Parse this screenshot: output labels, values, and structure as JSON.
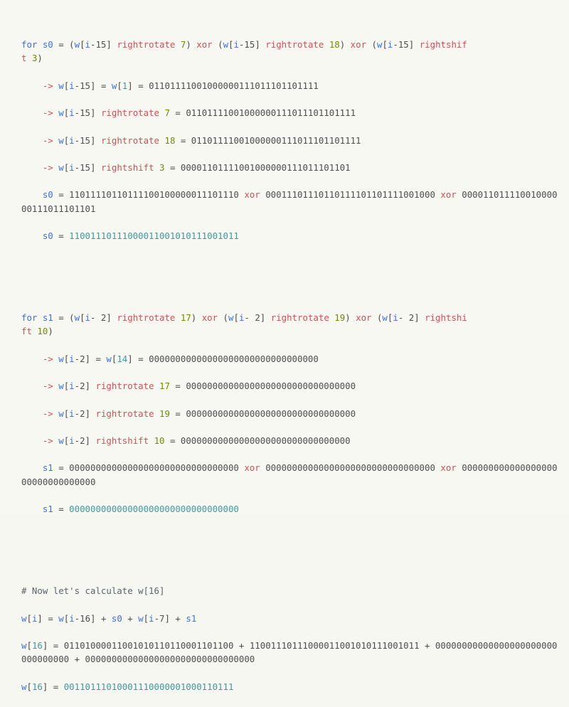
{
  "code_block": {
    "language": "text",
    "background_color": "#f8f8f2",
    "colors": {
      "keyword": "#3971ed",
      "variable": "#3971ed",
      "function": "#d54e53",
      "operator": "#d54e53",
      "number": "#3e999f",
      "binary": "#4d4d4c",
      "result_binary": "#3e999f",
      "comment": "#5b6268"
    },
    "lines": {
      "l1_for": "for s0 = (w[i-15] rightrotate 7) xor (w[i-15] rightrotate 18) xor (w[i-15] rightshif",
      "l1_wrap": "t 3)",
      "l2_arrow": "-> w[i-15] = w[1] = ",
      "l2_bin": "01101111001000000111011101101111",
      "l3_arrow": "-> w[i-15] rightrotate 7 = ",
      "l3_bin": "01101111001000000111011101101111",
      "l4_arrow": "-> w[i-15] rightrotate 18 = ",
      "l4_bin": "01101111001000000111011101101111",
      "l5_arrow": "-> w[i-15] rightshift 3 = ",
      "l5_bin": "00001101111001000000111011101101",
      "l6_s0_label": "s0 = ",
      "l6_a": "11011110110111100100000011101110",
      "l6_xor1": "xor",
      "l6_b": "00011101110110111101101111001000",
      "l6_xor2": "xor",
      "l6_c": "00001101111001000000111011101101",
      "l7_s0_label": "s0 = ",
      "l7_result": "11001110111000011001010111001011",
      "l8_for": "for s1 = (w[i- 2] rightrotate 17) xor (w[i- 2] rightrotate 19) xor (w[i- 2] rightshi",
      "l8_wrap": "ft 10)",
      "l9_arrow": "-> w[i-2] = w[14] = ",
      "l9_bin": "00000000000000000000000000000000",
      "l10_arrow": "-> w[i-2] rightrotate 17 = ",
      "l10_bin": "00000000000000000000000000000000",
      "l11_arrow": "-> w[i-2] rightrotate 19 = ",
      "l11_bin": "00000000000000000000000000000000",
      "l12_arrow": "-> w[i-2] rightshift 10 = ",
      "l12_bin": "00000000000000000000000000000000",
      "l13_s1_label": "s1 = ",
      "l13_a": "00000000000000000000000000000000",
      "l13_xor1": "xor",
      "l13_b": "00000000000000000000000000000000",
      "l13_xor2": "xor",
      "l13_c": "00000000000000000000000000000000",
      "l14_s1_label": "s1 = ",
      "l14_result": "00000000000000000000000000000000",
      "l15_comment": "# Now let's calculate w[16]",
      "l16_formula": "w[i] = w[i-16] + s0 + w[i-7] + s1",
      "l17_label": "w[16] = ",
      "l17_a": "01101000011001010110110001101100",
      "l17_b": "11001110111000011001010111001011",
      "l17_c": "00000000000000000000000000000000",
      "l17_d": "00000000000000000000000000000000",
      "l18_label": "w[16] = ",
      "l18_result": "00110111010001110000001000110111"
    },
    "tokens": {
      "for": "for",
      "s0": "s0",
      "s1": "s1",
      "eq": "=",
      "plus": "+",
      "xor": "xor",
      "rightrotate": "rightrotate",
      "rightshift": "rightshift",
      "arrow": "->",
      "paren_open": "(",
      "paren_close": ")"
    }
  }
}
